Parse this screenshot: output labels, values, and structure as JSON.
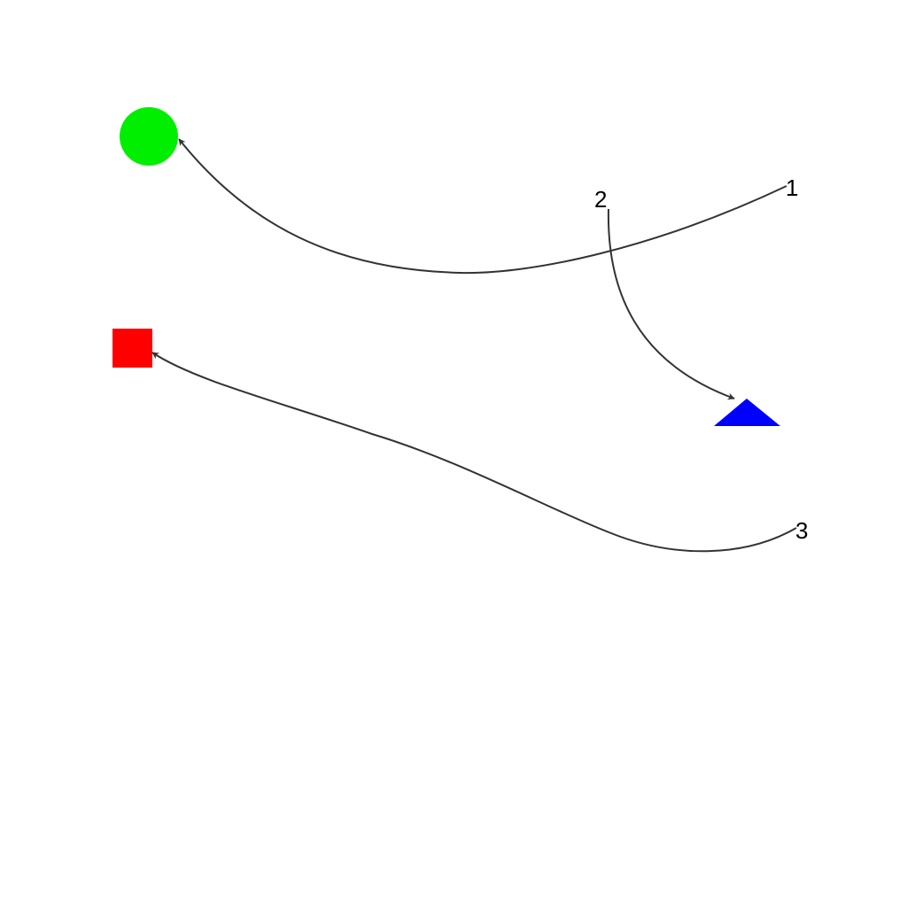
{
  "shapes": {
    "circle": {
      "color": "#00ee00"
    },
    "square": {
      "color": "#ff0000"
    },
    "triangle": {
      "color": "#0000ff"
    }
  },
  "arrows": [
    {
      "label": "1",
      "target": "circle"
    },
    {
      "label": "2",
      "target": "triangle"
    },
    {
      "label": "3",
      "target": "square"
    }
  ],
  "arrow_color": "#333333"
}
